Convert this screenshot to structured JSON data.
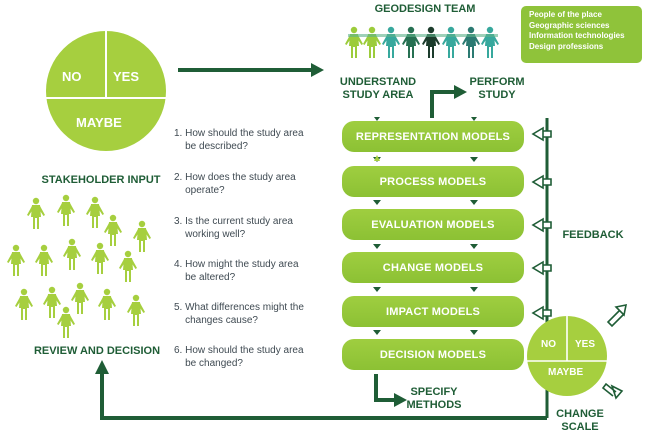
{
  "team": {
    "title": "GEODESIGN TEAM",
    "legend": [
      "People of the place",
      "Geographic sciences",
      "Information technologies",
      "Design professions"
    ]
  },
  "stakeholder_pie": {
    "no": "NO",
    "yes": "YES",
    "maybe": "MAYBE"
  },
  "scale_pie": {
    "no": "NO",
    "yes": "YES",
    "maybe": "MAYBE"
  },
  "labels": {
    "stakeholder_input": "STAKEHOLDER INPUT",
    "review_decision": "REVIEW AND DECISION",
    "understand": "UNDERSTAND\nSTUDY AREA",
    "perform": "PERFORM\nSTUDY",
    "specify": "SPECIFY\nMETHODS",
    "feedback": "FEEDBACK",
    "change_scale": "CHANGE\nSCALE"
  },
  "questions": [
    "1. How should the study area\n    be described?",
    "2. How does the study area\n    operate?",
    "3. Is the current study area\n    working well?",
    "4. How might the study area\n    be altered?",
    "5. What differences might the\n    changes cause?",
    "6. How should the study area\n    be changed?"
  ],
  "models": [
    "REPRESENTATION MODELS",
    "PROCESS MODELS",
    "EVALUATION MODELS",
    "CHANGE MODELS",
    "IMPACT MODELS",
    "DECISION MODELS"
  ],
  "colors": {
    "dark_green": "#1f5d36",
    "light_green": "#8cc134",
    "lime": "#a6cf3f",
    "teal": "#35a6a0",
    "teal_dark": "#2b6d62"
  }
}
